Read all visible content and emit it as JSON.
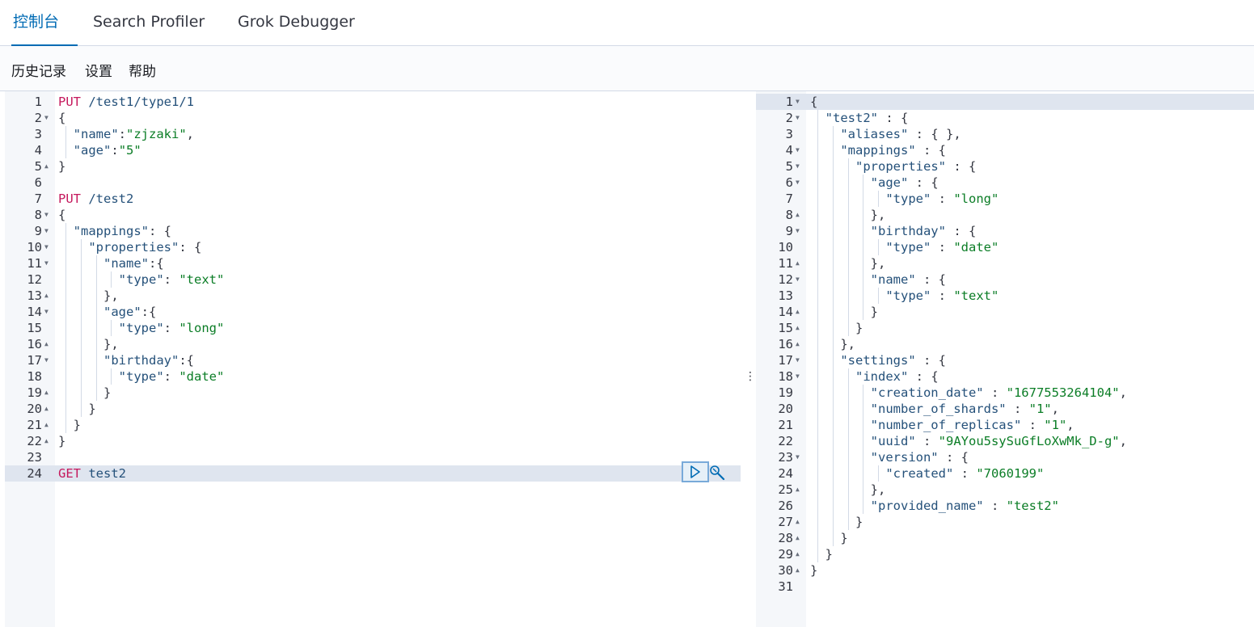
{
  "tabs": [
    "控制台",
    "Search Profiler",
    "Grok Debugger"
  ],
  "toolbar": {
    "history": "历史记录",
    "settings": "设置",
    "help": "帮助"
  },
  "request_editor": {
    "lines": [
      [
        [
          "m",
          "PUT"
        ],
        [
          "p",
          " "
        ],
        [
          "u",
          "/test1/type1/1"
        ]
      ],
      [
        [
          "p",
          "{"
        ]
      ],
      [
        [
          "p",
          "  "
        ],
        [
          "k",
          "\"name\""
        ],
        [
          "p",
          ":"
        ],
        [
          "s",
          "\"zjzaki\""
        ],
        [
          "p",
          ","
        ]
      ],
      [
        [
          "p",
          "  "
        ],
        [
          "k",
          "\"age\""
        ],
        [
          "p",
          ":"
        ],
        [
          "s",
          "\"5\""
        ]
      ],
      [
        [
          "p",
          "}"
        ]
      ],
      [],
      [
        [
          "m",
          "PUT"
        ],
        [
          "p",
          " "
        ],
        [
          "u",
          "/test2"
        ]
      ],
      [
        [
          "p",
          "{"
        ]
      ],
      [
        [
          "p",
          "  "
        ],
        [
          "k",
          "\"mappings\""
        ],
        [
          "p",
          ": {"
        ]
      ],
      [
        [
          "p",
          "    "
        ],
        [
          "k",
          "\"properties\""
        ],
        [
          "p",
          ": {"
        ]
      ],
      [
        [
          "p",
          "      "
        ],
        [
          "k",
          "\"name\""
        ],
        [
          "p",
          ":{"
        ]
      ],
      [
        [
          "p",
          "        "
        ],
        [
          "k",
          "\"type\""
        ],
        [
          "p",
          ": "
        ],
        [
          "s",
          "\"text\""
        ]
      ],
      [
        [
          "p",
          "      },"
        ]
      ],
      [
        [
          "p",
          "      "
        ],
        [
          "k",
          "\"age\""
        ],
        [
          "p",
          ":{"
        ]
      ],
      [
        [
          "p",
          "        "
        ],
        [
          "k",
          "\"type\""
        ],
        [
          "p",
          ": "
        ],
        [
          "s",
          "\"long\""
        ]
      ],
      [
        [
          "p",
          "      },"
        ]
      ],
      [
        [
          "p",
          "      "
        ],
        [
          "k",
          "\"birthday\""
        ],
        [
          "p",
          ":{"
        ]
      ],
      [
        [
          "p",
          "        "
        ],
        [
          "k",
          "\"type\""
        ],
        [
          "p",
          ": "
        ],
        [
          "s",
          "\"date\""
        ]
      ],
      [
        [
          "p",
          "      }"
        ]
      ],
      [
        [
          "p",
          "    }"
        ]
      ],
      [
        [
          "p",
          "  }"
        ]
      ],
      [
        [
          "p",
          "}"
        ]
      ],
      [],
      [
        [
          "m",
          "GET"
        ],
        [
          "p",
          " "
        ],
        [
          "u",
          "test2"
        ]
      ]
    ]
  },
  "response_editor": {
    "lines": [
      [
        [
          "p",
          "{"
        ]
      ],
      [
        [
          "p",
          "  "
        ],
        [
          "k",
          "\"test2\""
        ],
        [
          "p",
          " : {"
        ]
      ],
      [
        [
          "p",
          "    "
        ],
        [
          "k",
          "\"aliases\""
        ],
        [
          "p",
          " : { },"
        ]
      ],
      [
        [
          "p",
          "    "
        ],
        [
          "k",
          "\"mappings\""
        ],
        [
          "p",
          " : {"
        ]
      ],
      [
        [
          "p",
          "      "
        ],
        [
          "k",
          "\"properties\""
        ],
        [
          "p",
          " : {"
        ]
      ],
      [
        [
          "p",
          "        "
        ],
        [
          "k",
          "\"age\""
        ],
        [
          "p",
          " : {"
        ]
      ],
      [
        [
          "p",
          "          "
        ],
        [
          "k",
          "\"type\""
        ],
        [
          "p",
          " : "
        ],
        [
          "s",
          "\"long\""
        ]
      ],
      [
        [
          "p",
          "        },"
        ]
      ],
      [
        [
          "p",
          "        "
        ],
        [
          "k",
          "\"birthday\""
        ],
        [
          "p",
          " : {"
        ]
      ],
      [
        [
          "p",
          "          "
        ],
        [
          "k",
          "\"type\""
        ],
        [
          "p",
          " : "
        ],
        [
          "s",
          "\"date\""
        ]
      ],
      [
        [
          "p",
          "        },"
        ]
      ],
      [
        [
          "p",
          "        "
        ],
        [
          "k",
          "\"name\""
        ],
        [
          "p",
          " : {"
        ]
      ],
      [
        [
          "p",
          "          "
        ],
        [
          "k",
          "\"type\""
        ],
        [
          "p",
          " : "
        ],
        [
          "s",
          "\"text\""
        ]
      ],
      [
        [
          "p",
          "        }"
        ]
      ],
      [
        [
          "p",
          "      }"
        ]
      ],
      [
        [
          "p",
          "    },"
        ]
      ],
      [
        [
          "p",
          "    "
        ],
        [
          "k",
          "\"settings\""
        ],
        [
          "p",
          " : {"
        ]
      ],
      [
        [
          "p",
          "      "
        ],
        [
          "k",
          "\"index\""
        ],
        [
          "p",
          " : {"
        ]
      ],
      [
        [
          "p",
          "        "
        ],
        [
          "k",
          "\"creation_date\""
        ],
        [
          "p",
          " : "
        ],
        [
          "s",
          "\"1677553264104\""
        ],
        [
          "p",
          ","
        ]
      ],
      [
        [
          "p",
          "        "
        ],
        [
          "k",
          "\"number_of_shards\""
        ],
        [
          "p",
          " : "
        ],
        [
          "s",
          "\"1\""
        ],
        [
          "p",
          ","
        ]
      ],
      [
        [
          "p",
          "        "
        ],
        [
          "k",
          "\"number_of_replicas\""
        ],
        [
          "p",
          " : "
        ],
        [
          "s",
          "\"1\""
        ],
        [
          "p",
          ","
        ]
      ],
      [
        [
          "p",
          "        "
        ],
        [
          "k",
          "\"uuid\""
        ],
        [
          "p",
          " : "
        ],
        [
          "s",
          "\"9AYou5sySuGfLoXwMk_D-g\""
        ],
        [
          "p",
          ","
        ]
      ],
      [
        [
          "p",
          "        "
        ],
        [
          "k",
          "\"version\""
        ],
        [
          "p",
          " : {"
        ]
      ],
      [
        [
          "p",
          "          "
        ],
        [
          "k",
          "\"created\""
        ],
        [
          "p",
          " : "
        ],
        [
          "s",
          "\"7060199\""
        ]
      ],
      [
        [
          "p",
          "        },"
        ]
      ],
      [
        [
          "p",
          "        "
        ],
        [
          "k",
          "\"provided_name\""
        ],
        [
          "p",
          " : "
        ],
        [
          "s",
          "\"test2\""
        ]
      ],
      [
        [
          "p",
          "      }"
        ]
      ],
      [
        [
          "p",
          "    }"
        ]
      ],
      [
        [
          "p",
          "  }"
        ]
      ],
      [
        [
          "p",
          "}"
        ]
      ],
      []
    ]
  },
  "icons": {
    "run": "play-icon",
    "wrench": "wrench-icon",
    "resize": "vertical-dots-icon"
  }
}
